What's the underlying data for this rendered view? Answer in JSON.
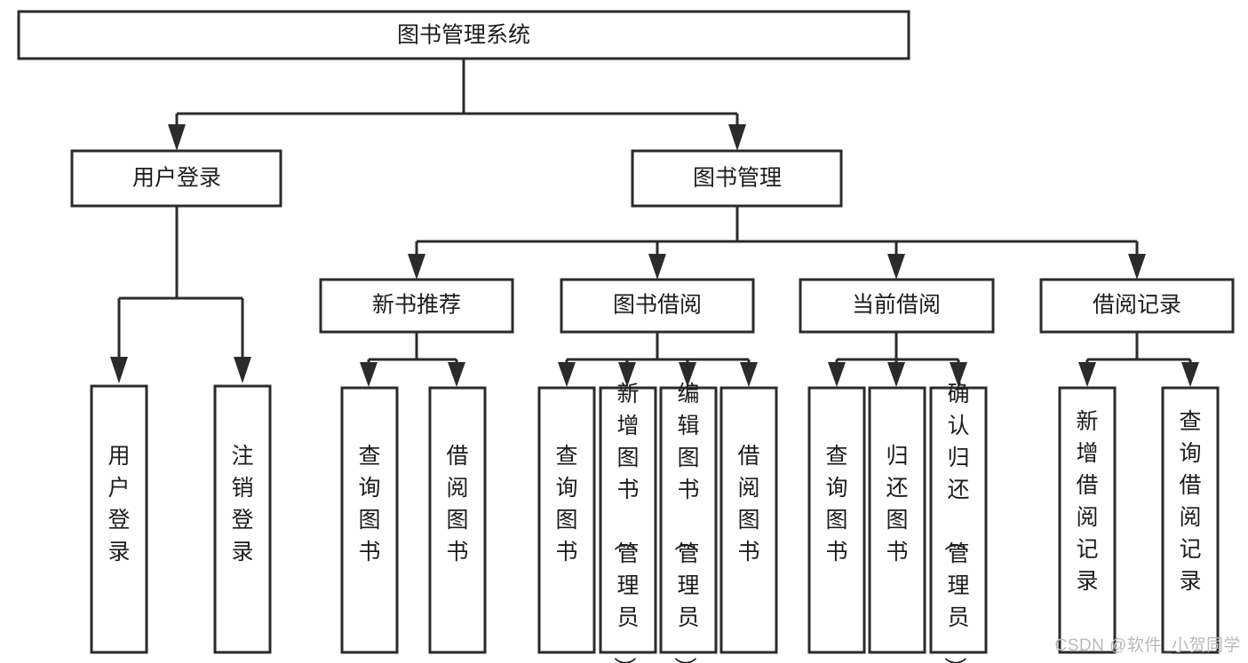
{
  "diagram": {
    "type": "tree-hierarchy",
    "orientation": "top-down",
    "background_color": "#ffffff",
    "node_fill": "#ffffff",
    "node_stroke": "#2b2b2b",
    "text_color": "#1c1c1c",
    "root": {
      "id": "root",
      "label": "图书管理系统"
    },
    "level2": [
      {
        "id": "user-login",
        "label": "用户登录"
      },
      {
        "id": "book-manage",
        "label": "图书管理"
      }
    ],
    "level3": [
      {
        "id": "new-book-recommend",
        "label": "新书推荐",
        "parent": "book-manage"
      },
      {
        "id": "book-borrow",
        "label": "图书借阅",
        "parent": "book-manage"
      },
      {
        "id": "current-borrow",
        "label": "当前借阅",
        "parent": "book-manage"
      },
      {
        "id": "borrow-record",
        "label": "借阅记录",
        "parent": "book-manage"
      }
    ],
    "leaves": [
      {
        "id": "leaf-user-login",
        "label": "用户登录",
        "parent": "user-login"
      },
      {
        "id": "leaf-logout-login",
        "label": "注销登录",
        "parent": "user-login"
      },
      {
        "id": "leaf-query-book-1",
        "label": "查询图书",
        "parent": "new-book-recommend"
      },
      {
        "id": "leaf-borrow-book-1",
        "label": "借阅图书",
        "parent": "new-book-recommend"
      },
      {
        "id": "leaf-query-book-2",
        "label": "查询图书",
        "parent": "book-borrow"
      },
      {
        "id": "leaf-add-book",
        "label": "新增图书（管理员）",
        "parent": "book-borrow"
      },
      {
        "id": "leaf-edit-book",
        "label": "编辑图书（管理员）",
        "parent": "book-borrow"
      },
      {
        "id": "leaf-borrow-book-2",
        "label": "借阅图书",
        "parent": "book-borrow"
      },
      {
        "id": "leaf-query-book-3",
        "label": "查询图书",
        "parent": "current-borrow"
      },
      {
        "id": "leaf-return-book",
        "label": "归还图书",
        "parent": "current-borrow"
      },
      {
        "id": "leaf-confirm-return",
        "label": "确认归还（管理员）",
        "parent": "current-borrow"
      },
      {
        "id": "leaf-add-record",
        "label": "新增借阅记录",
        "parent": "borrow-record"
      },
      {
        "id": "leaf-query-record",
        "label": "查询借阅记录",
        "parent": "borrow-record"
      }
    ]
  },
  "watermark": {
    "text": "CSDN @软件_小贺同学",
    "color": "#b9b9b9"
  }
}
